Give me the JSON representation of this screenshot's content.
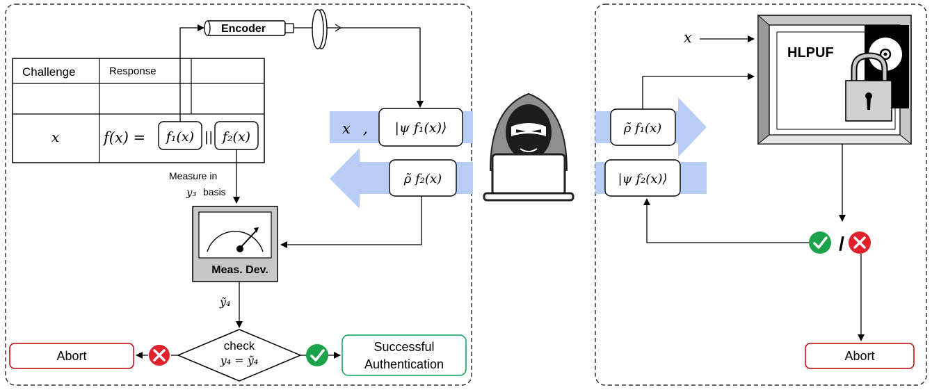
{
  "table": {
    "header_challenge": "Challenge",
    "header_response": "Response",
    "row_x": "x",
    "row_fx": "f(x) =",
    "f1": "f₁(x)",
    "concat": "||",
    "f2": "f₂(x)"
  },
  "encoder": {
    "label": "Encoder"
  },
  "measure_note": {
    "line1": "Measure in",
    "line2_var": "y₃",
    "line2_text": "basis"
  },
  "meas_device": {
    "label": "Meas. Dev."
  },
  "y4_tilde": "ỹ₄",
  "check": {
    "line1": "check",
    "line2": "y₄ = ỹ₄"
  },
  "abort_left": "Abort",
  "success": {
    "line1": "Successful",
    "line2": "Authentication"
  },
  "channel": {
    "x_label": "x",
    "comma": ",",
    "psi_f1": "|ψ f₁(x)⟩",
    "rho_f2": "ρ̃ f₂(x)",
    "rho_f1": "ρ̃ f₁(x)",
    "psi_f2": "|ψ f₂(x)⟩"
  },
  "server": {
    "x_input": "x",
    "hlpuf_label": "HLPUF",
    "verdict_sep": "/",
    "abort_right": "Abort"
  },
  "colors": {
    "arrow_band": "#b7cdf5",
    "abort_border": "#c00000",
    "success_border": "#00a651",
    "check_green": "#1aa34a",
    "cross_red": "#e0202a"
  }
}
